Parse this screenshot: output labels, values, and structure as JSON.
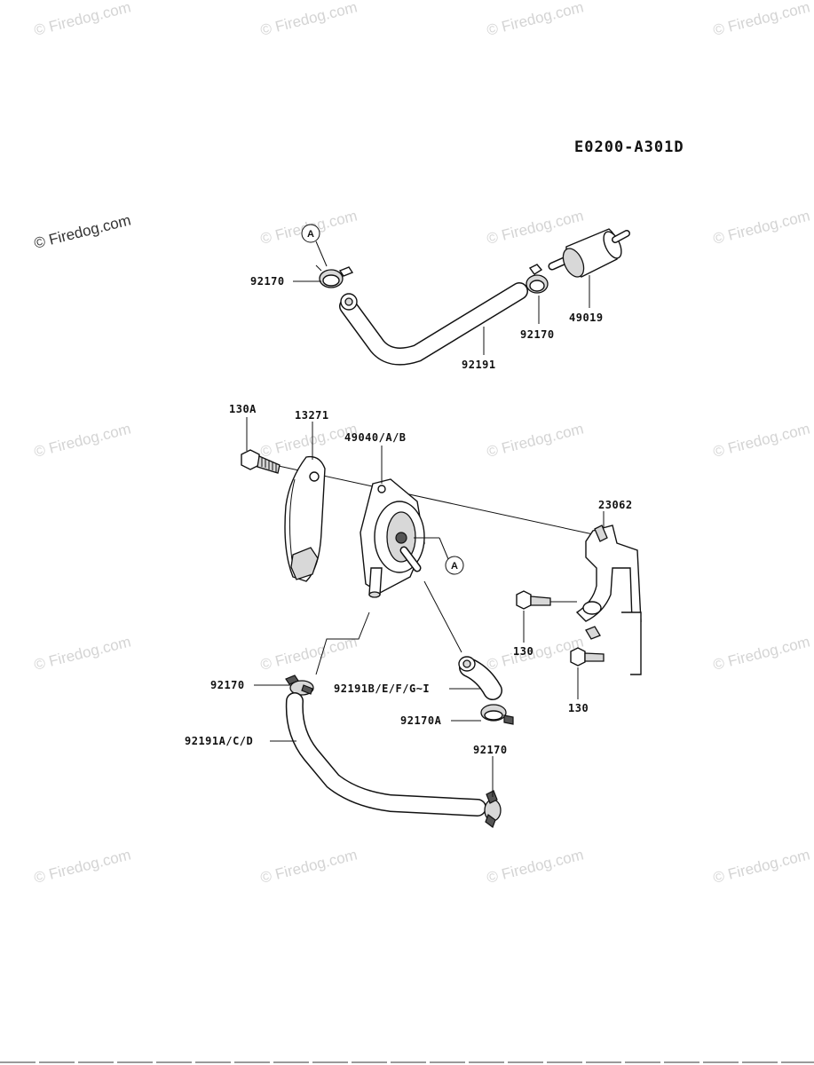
{
  "diagram": {
    "code": "E0200-A301D",
    "watermark": "© Firedog.com",
    "callout": "A",
    "labels": {
      "clamp_top_left": "92170",
      "clamp_top_right": "92170",
      "hose_top": "92191",
      "filter": "49019",
      "bolt_left": "130A",
      "plate": "13271",
      "pump": "49040/A/B",
      "bracket": "23062",
      "bolt_right_upper": "130",
      "bolt_right_lower": "130",
      "clamp_lower_left": "92170",
      "hose_pump_outlet": "92191B/E/F/G~I",
      "clamp_a": "92170A",
      "hose_lower": "92191A/C/D",
      "clamp_lower_right": "92170"
    }
  }
}
